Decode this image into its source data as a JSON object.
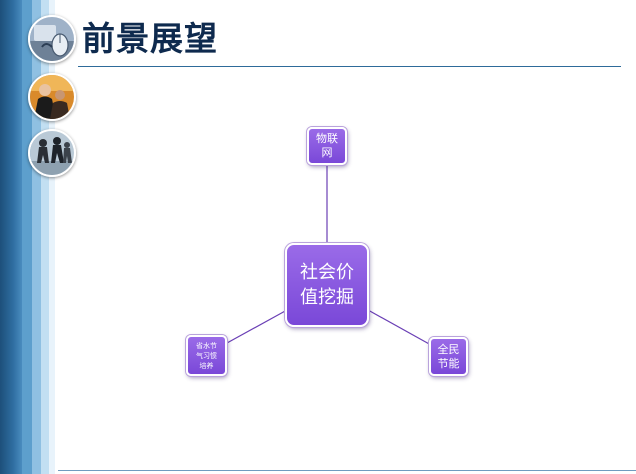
{
  "title": "前景展望",
  "colors": {
    "title": "#0e2a4e",
    "node_fill": "#7a48d8",
    "connector": "#6a3fb5",
    "sidebar_blue": "#2f6ea1"
  },
  "photos": [
    {
      "icon": "computer-mouse-photo"
    },
    {
      "icon": "businesspeople-photo"
    },
    {
      "icon": "people-walking-photo"
    }
  ],
  "diagram": {
    "center": "社会价\n值挖掘",
    "branches": [
      {
        "label": "物联\n网"
      },
      {
        "label": "省水节\n气习惯\n培养"
      },
      {
        "label": "全民\n节能"
      }
    ]
  }
}
